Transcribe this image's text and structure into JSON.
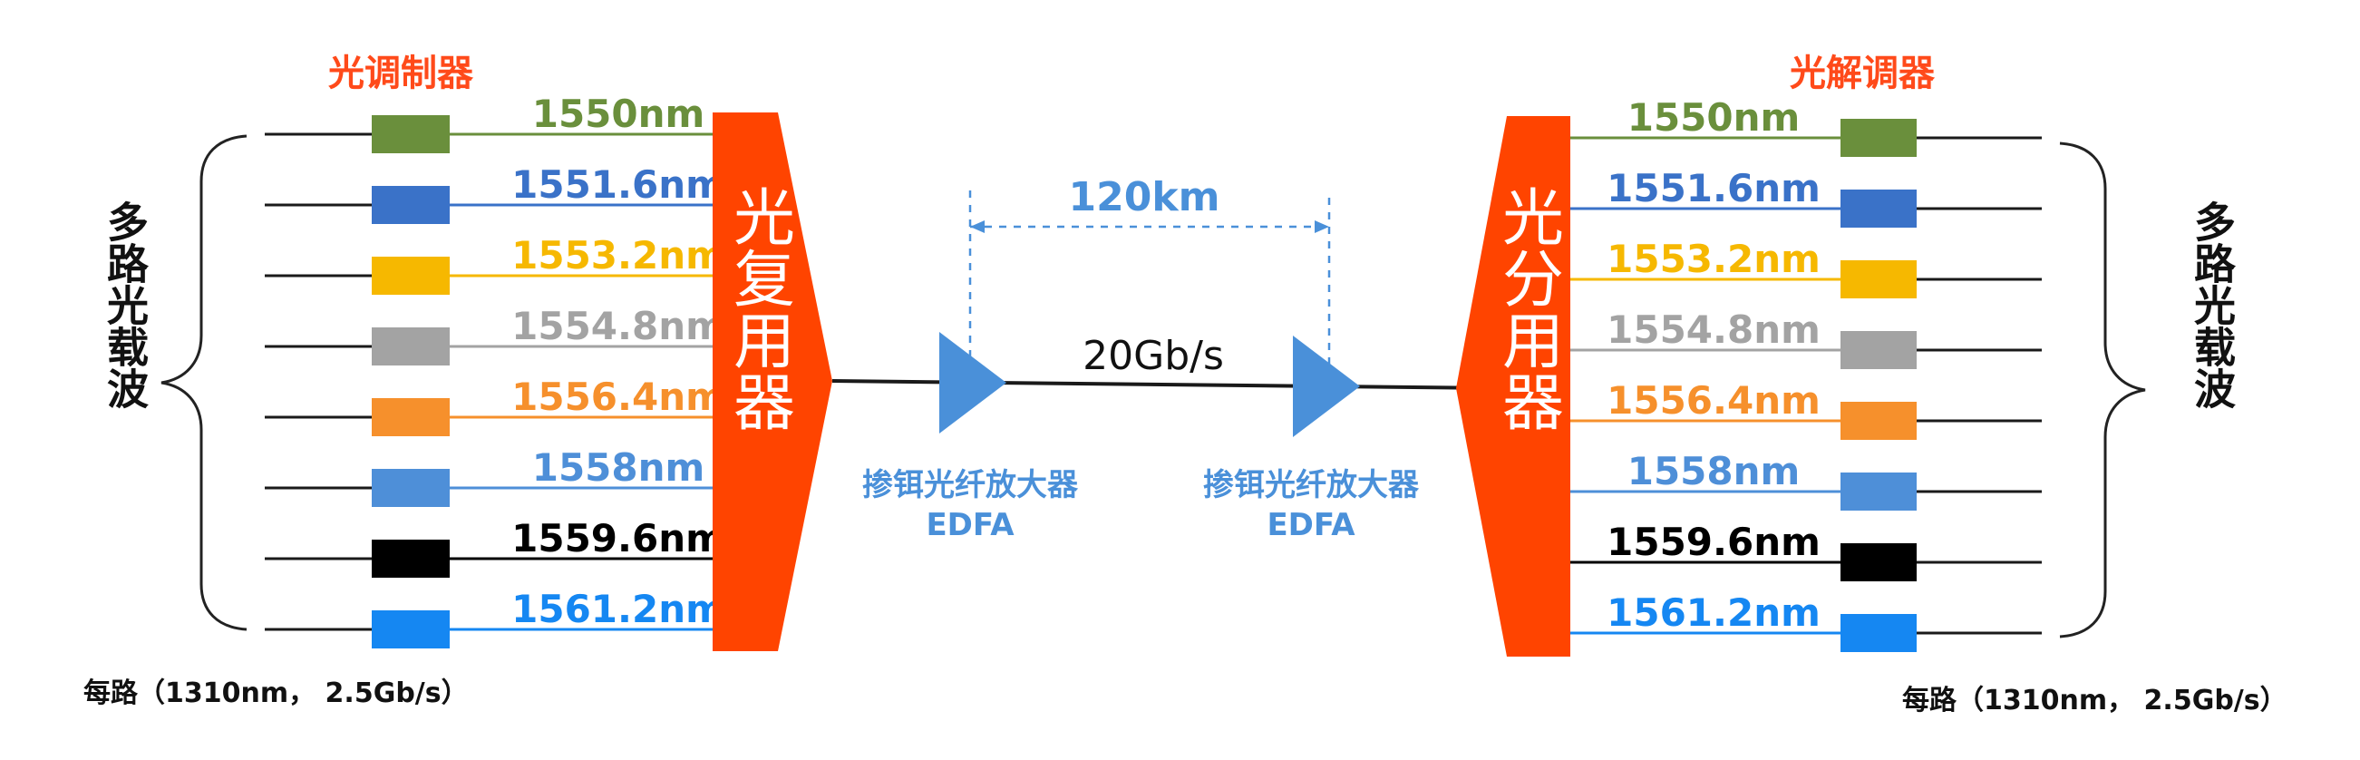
{
  "left": {
    "modulator_title": "光调制器",
    "carrier_label": "多路光载波",
    "per_channel_note": "每路（1310nm， 2.5Gb/s）",
    "mux_label": "光复用器"
  },
  "right": {
    "demodulator_title": "光解调器",
    "carrier_label": "多路光载波",
    "per_channel_note": "每路（1310nm， 2.5Gb/s）",
    "demux_label": "光分用器"
  },
  "channels": [
    {
      "label": "1550nm",
      "color": "#6a8f3c"
    },
    {
      "label": "1551.6nm",
      "color": "#3a72c8"
    },
    {
      "label": "1553.2nm",
      "color": "#f6b800"
    },
    {
      "label": "1554.8nm",
      "color": "#a3a3a3"
    },
    {
      "label": "1556.4nm",
      "color": "#f6902c"
    },
    {
      "label": "1558nm",
      "color": "#4e8fd8"
    },
    {
      "label": "1559.6nm",
      "color": "#000000"
    },
    {
      "label": "1561.2nm",
      "color": "#1587f2"
    }
  ],
  "link": {
    "distance": "120km",
    "rate": "20Gb/s",
    "amplifiers": [
      {
        "name": "掺铒光纤放大器",
        "abbr": "EDFA"
      },
      {
        "name": "掺铒光纤放大器",
        "abbr": "EDFA"
      }
    ]
  },
  "colors": {
    "mux": "#ff4400",
    "title": "#ff4a1a",
    "amplifier": "#4a90d9",
    "fiber": "#1a1a1a"
  }
}
